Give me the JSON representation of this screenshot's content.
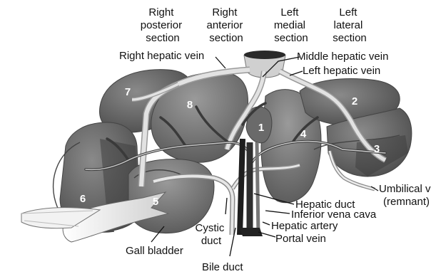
{
  "sections": {
    "right_posterior": [
      "Right",
      "posterior",
      "section"
    ],
    "right_anterior": [
      "Right",
      "anterior",
      "section"
    ],
    "left_medial": [
      "Left",
      "medial",
      "section"
    ],
    "left_lateral": [
      "Left",
      "lateral",
      "section"
    ]
  },
  "labels": {
    "right_hepatic_vein": "Right hepatic vein",
    "middle_hepatic_vein": "Middle hepatic vein",
    "left_hepatic_vein": "Left hepatic vein",
    "umbilical_vein_1": "Umbilical vein",
    "umbilical_vein_2": "(remnant)",
    "hepatic_duct": "Hepatic duct",
    "inferior_vena_cava": "Inferior vena cava",
    "hepatic_artery": "Hepatic artery",
    "portal_vein": "Portal vein",
    "cystic_duct_1": "Cystic",
    "cystic_duct_2": "duct",
    "gall_bladder": "Gall bladder",
    "bile_duct": "Bile duct"
  },
  "segments": [
    "1",
    "2",
    "3",
    "4",
    "5",
    "6",
    "7",
    "8"
  ],
  "colors": {
    "liver_dark": "#5b5b5b",
    "liver_mid": "#7a7a7a",
    "liver_light": "#a9a9a9",
    "vessel": "#d4d4d4",
    "vessel_edge": "#8a8a8a",
    "gallbladder": "#e8e8e8",
    "outline": "#555555"
  }
}
